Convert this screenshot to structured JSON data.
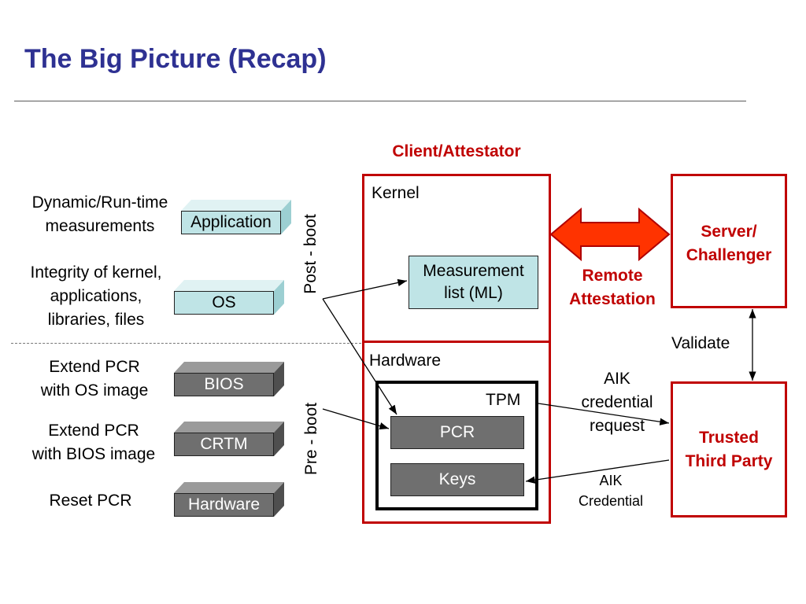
{
  "title": "The Big Picture (Recap)",
  "left_labels": {
    "dynamic_1": "Dynamic/Run-time",
    "dynamic_2": "measurements",
    "integrity_1": "Integrity of kernel,",
    "integrity_2": "applications,",
    "integrity_3": "libraries, files",
    "extend_os_1": "Extend PCR",
    "extend_os_2": "with OS image",
    "extend_bios_1": "Extend PCR",
    "extend_bios_2": "with BIOS image",
    "reset": "Reset PCR"
  },
  "stack": {
    "application": "Application",
    "os": "OS",
    "bios": "BIOS",
    "crtm": "CRTM",
    "hardware": "Hardware"
  },
  "phases": {
    "post_boot": "Post - boot",
    "pre_boot": "Pre - boot"
  },
  "client": {
    "title": "Client/Attestator",
    "kernel": "Kernel",
    "hardware": "Hardware",
    "ml_1": "Measurement",
    "ml_2": "list (ML)",
    "tpm": "TPM",
    "pcr": "PCR",
    "keys": "Keys"
  },
  "remote": {
    "line1": "Remote",
    "line2": "Attestation"
  },
  "server": {
    "line1": "Server/",
    "line2": "Challenger"
  },
  "ttp": {
    "line1": "Trusted",
    "line2": "Third Party"
  },
  "validate": "Validate",
  "aik_request": {
    "line1": "AIK",
    "line2": "credential",
    "line3": "request"
  },
  "aik_credential": {
    "line1": "AIK",
    "line2": "Credential"
  },
  "colors": {
    "title": "#2e3192",
    "red": "#c00000",
    "arrow_fill": "#ff3300",
    "light_box": "#bfe4e6",
    "dark_box": "#6f6f6f"
  }
}
